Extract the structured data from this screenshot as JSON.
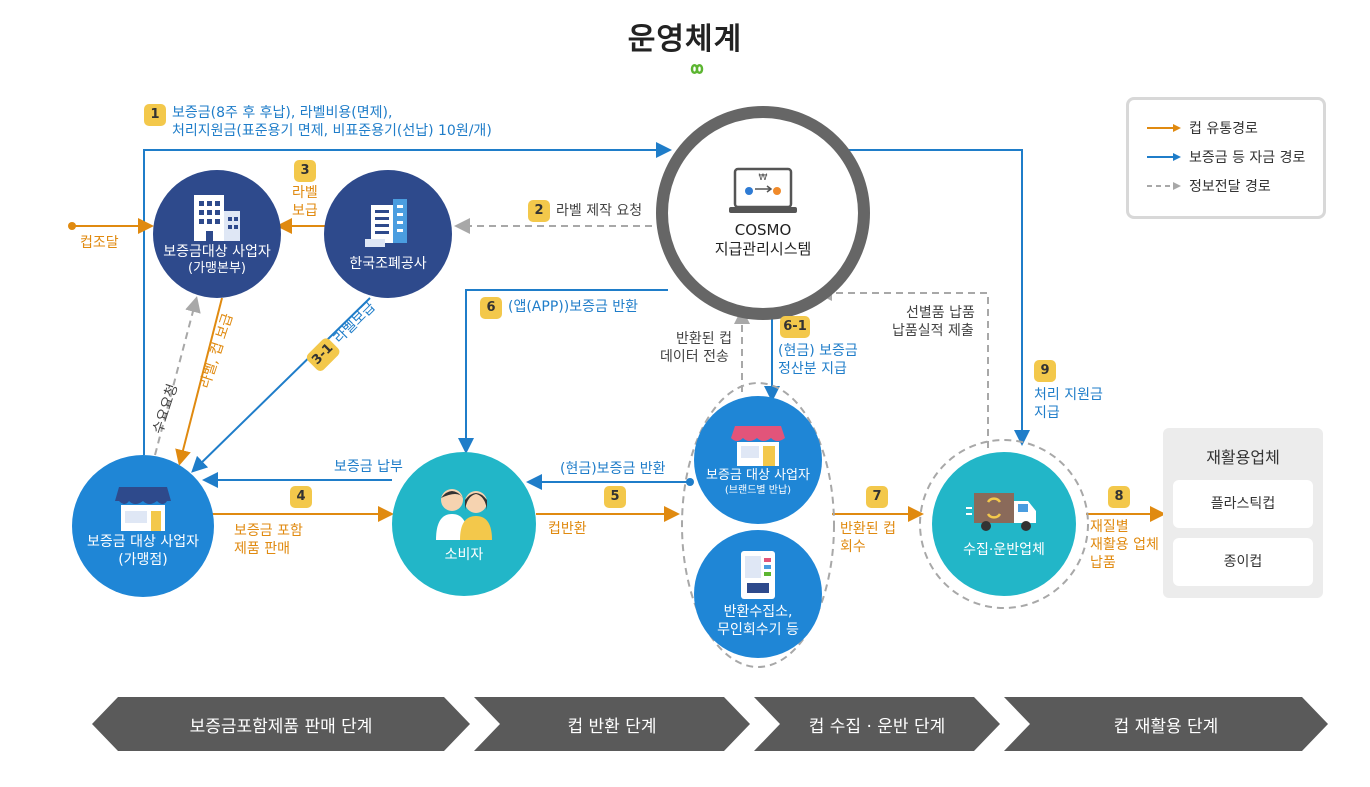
{
  "title": "운영체계",
  "legend": {
    "cup_flow": "컵 유통경로",
    "fund_flow": "보증금 등 자금 경로",
    "info_flow": "정보전달 경로"
  },
  "nodes": {
    "cosmo_line1": "COSMO",
    "cosmo_line2": "지급관리시스템",
    "hq_line1": "보증금대상 사업자",
    "hq_line2": "(가맹본부)",
    "kmint": "한국조폐공사",
    "franchise_line1": "보증금 대상 사업자",
    "franchise_line2": "(가맹점)",
    "consumer": "소비자",
    "brand_line1": "보증금 대상 사업자",
    "brand_line2": "(브랜드별 반납)",
    "collect_point_line1": "반환수집소,",
    "collect_point_line2": "무인회수기 등",
    "hauler": "수집·운반업체"
  },
  "recycler": {
    "title": "재활용업체",
    "items": [
      "플라스틱컵",
      "종이컵"
    ]
  },
  "steps": {
    "s1_num": "1",
    "s1_line1": "보증금(8주 후 후납), 라벨비용(면제),",
    "s1_line2": "처리지원금(표준용기 면제, 비표준용기(선납) 10원/개)",
    "s2_num": "2",
    "s2_text": "라벨 제작 요청",
    "s3_num": "3",
    "s3_line1": "라벨",
    "s3_line2": "보급",
    "s31_num": "3-1",
    "s31_text": "라벨보급",
    "s4_num": "4",
    "s4_line1": "보증금 포함",
    "s4_line2": "제품 판매",
    "s5_num": "5",
    "s5_text": "컵반환",
    "s6_num": "6",
    "s6_text": "(앱(APP))보증금 반환",
    "s61_num": "6-1",
    "s61_line1": "(현금) 보증금",
    "s61_line2": "정산분 지급",
    "s7_num": "7",
    "s7_line1": "반환된 컵",
    "s7_line2": "회수",
    "s8_num": "8",
    "s8_line1": "재질별",
    "s8_line2": "재활용 업체",
    "s8_line3": "납품",
    "s9_num": "9",
    "s9_line1": "처리 지원금",
    "s9_line2": "지급"
  },
  "labels": {
    "cup_supply": "컵조달",
    "label_cup_supply": "라벨, 컵 보급",
    "demand_request": "수요요청",
    "deposit_pay": "보증금 납부",
    "cash_refund": "(현금)보증금 반환",
    "returned_data_line1": "반환된 컵",
    "returned_data_line2": "데이터 전송",
    "sorted_line1": "선별품 납품",
    "sorted_line2": "납품실적 제출"
  },
  "stages": [
    "보증금포함제품 판매 단계",
    "컵 반환 단계",
    "컵 수집 · 운반 단계",
    "컵 재활용 단계"
  ],
  "colors": {
    "cup_flow": "#e08a10",
    "fund_flow": "#1f7dc9",
    "info_flow": "#a8a8a8",
    "navy": "#2e4a8c",
    "blue": "#1f86d6",
    "teal": "#22b6c8",
    "stage": "#5a5a5a",
    "badge": "#f3c84b"
  }
}
